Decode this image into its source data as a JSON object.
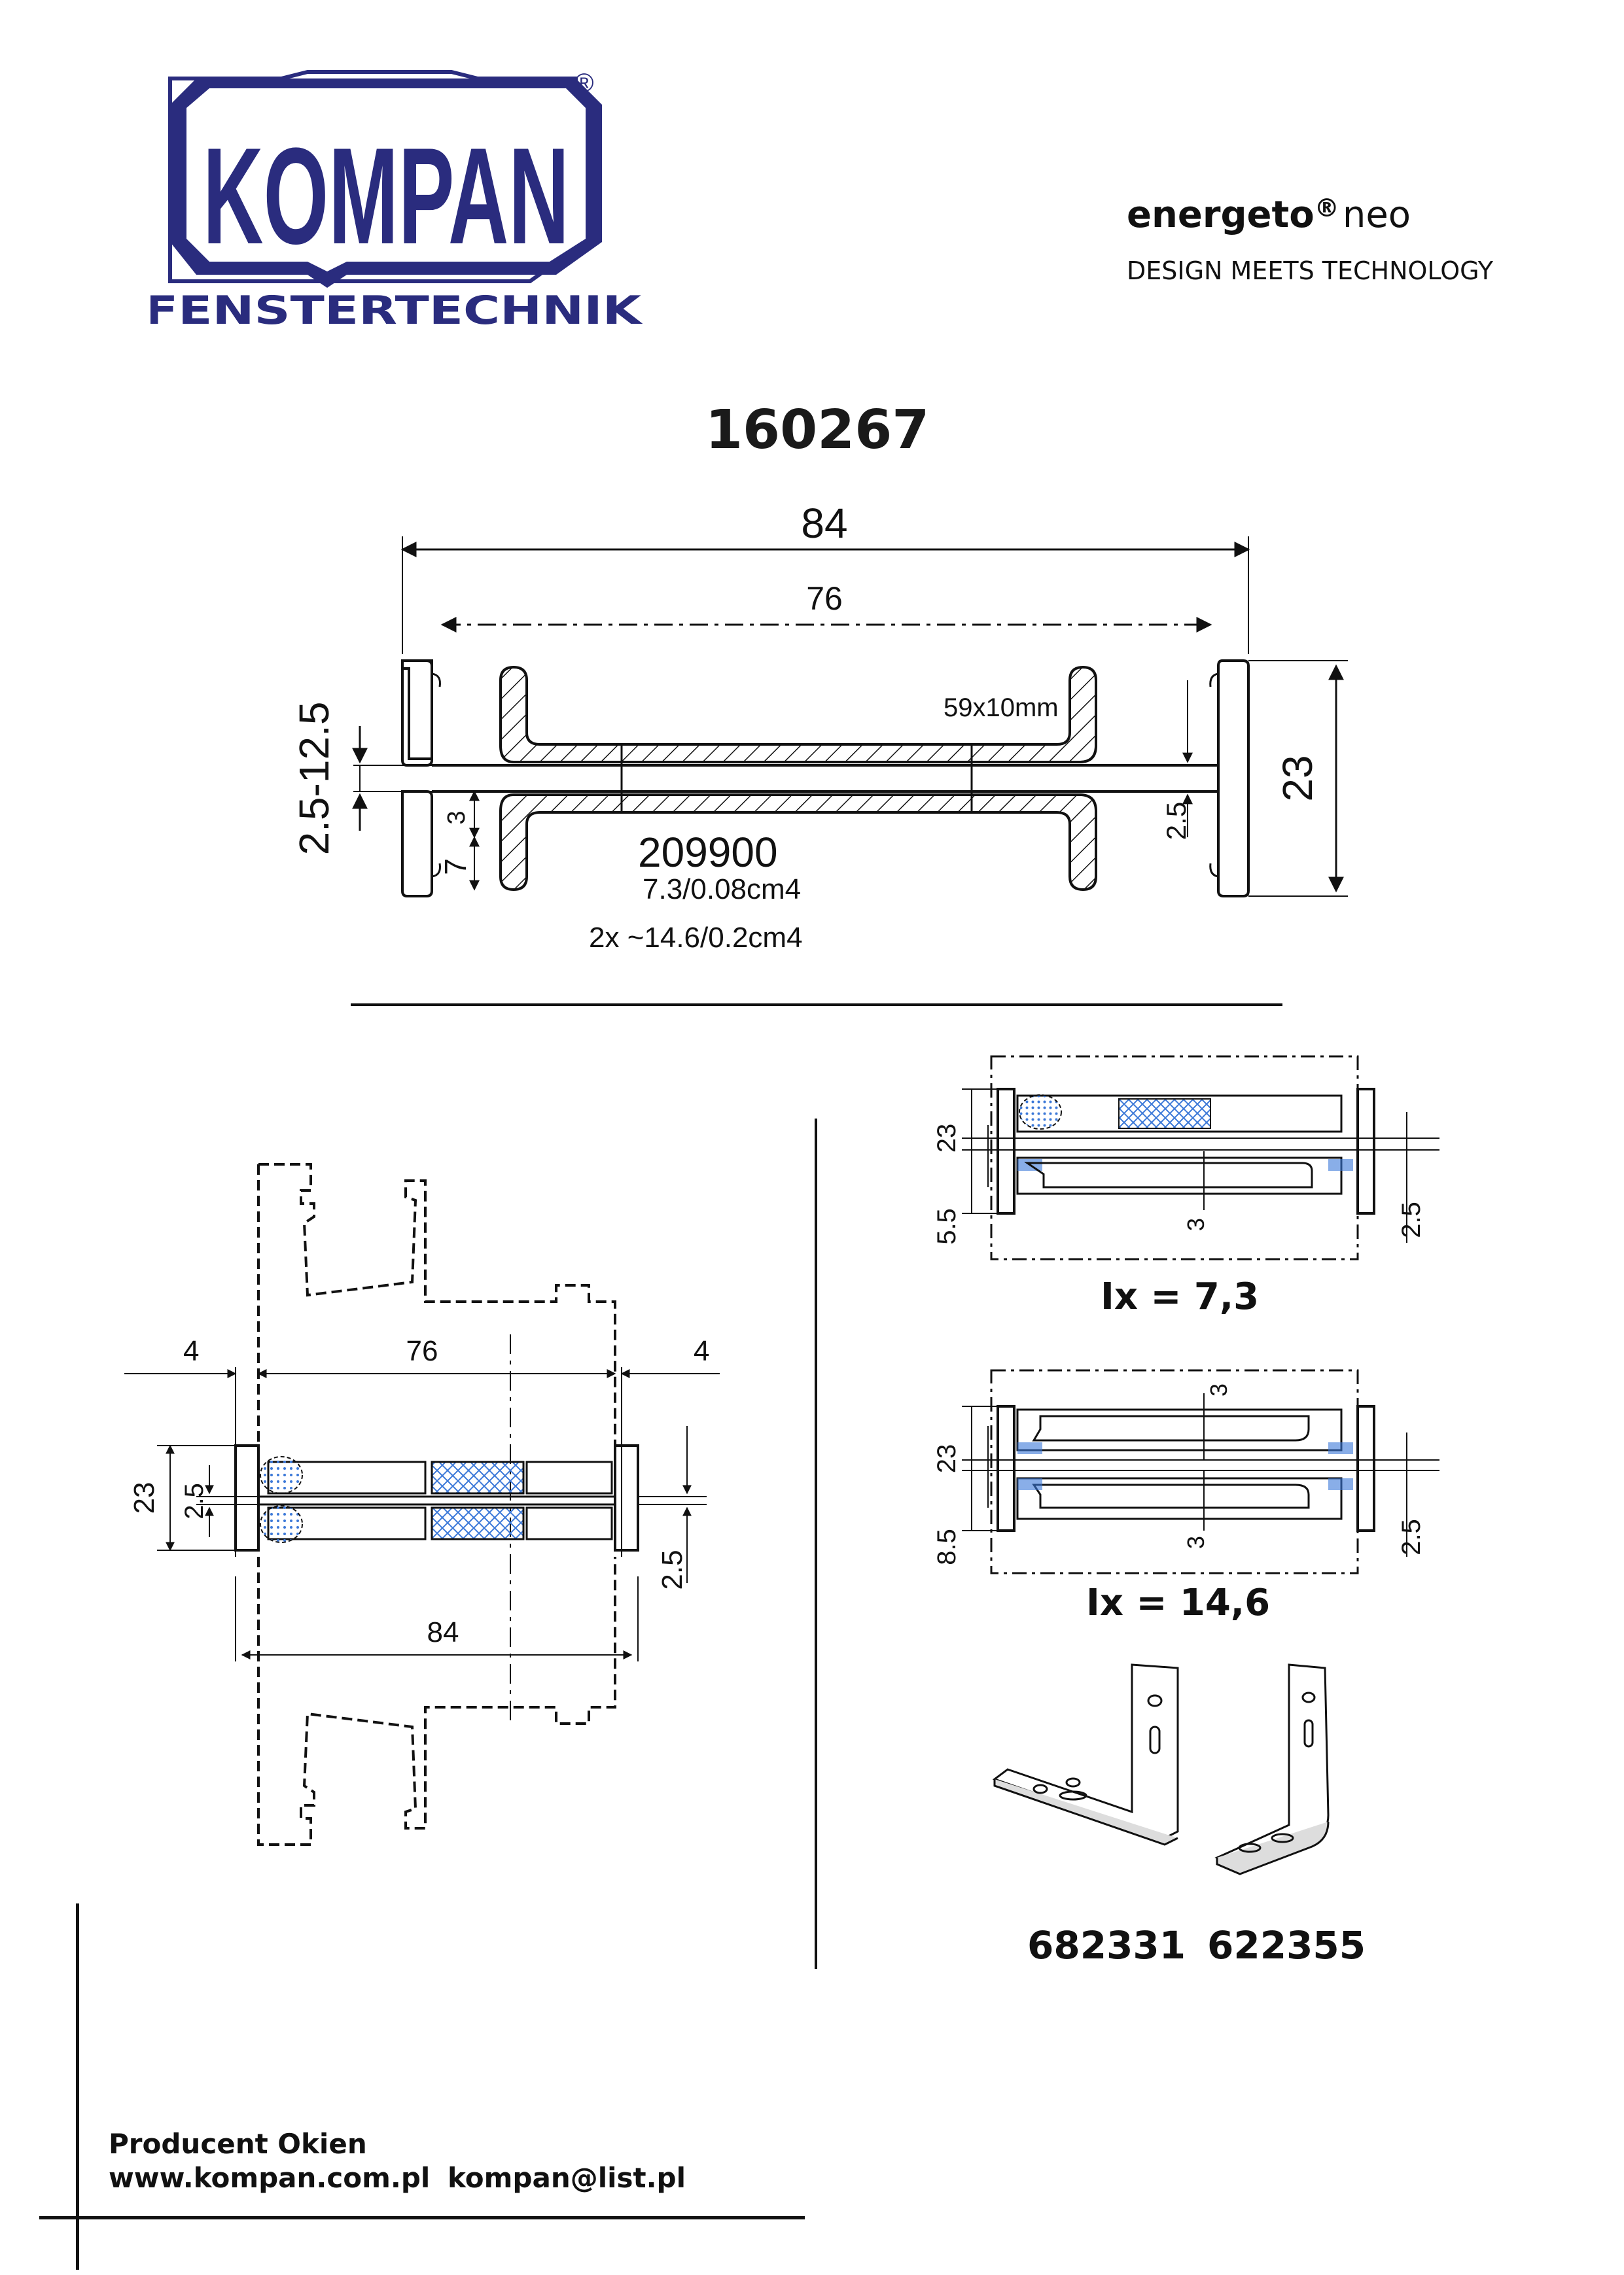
{
  "header": {
    "logo_word": "KOMPAN",
    "logo_registered": "®",
    "logo_subtitle": "FENSTERTECHNIK",
    "product_brand": "energeto",
    "product_registered": "®",
    "product_variant": "neo",
    "tagline": "DESIGN MEETS TECHNOLOGY"
  },
  "document": {
    "number": "160267"
  },
  "top_section": {
    "dim_overall": "84",
    "dim_inner": "76",
    "dim_gap": "2.5-12.5",
    "dim_height": "23",
    "dim_3": "3",
    "dim_7": "7",
    "dim_2_5": "2.5",
    "reinforcement_size": "59x10mm",
    "reinforcement_code": "209900",
    "reinforcement_inertia": "7.3/0.08cm4",
    "double_inertia": "2x ~14.6/0.2cm4"
  },
  "left_section": {
    "dim_4_left": "4",
    "dim_76": "76",
    "dim_4_right": "4",
    "dim_23": "23",
    "dim_2_5_vertical": "2.5",
    "dim_2_5_right": "2.5",
    "dim_84": "84"
  },
  "right_top": {
    "dim_23": "23",
    "dim_5_5": "5.5",
    "dim_3": "3",
    "dim_2_5": "2.5",
    "ix_label": "Ix = 7,3"
  },
  "right_mid": {
    "dim_23": "23",
    "dim_8_5": "8.5",
    "dim_3_top": "3",
    "dim_3_bottom": "3",
    "dim_2_5": "2.5",
    "ix_label": "Ix = 14,6"
  },
  "brackets": {
    "article_1": "682331",
    "article_2": "622355"
  },
  "footer": {
    "producer": "Producent Okien",
    "website": "www.kompan.com.pl",
    "email": "kompan@list.pl"
  },
  "colors": {
    "logo_blue": "#2a2c7e",
    "gasket_blue": "#3b78d8",
    "line": "#111111"
  }
}
